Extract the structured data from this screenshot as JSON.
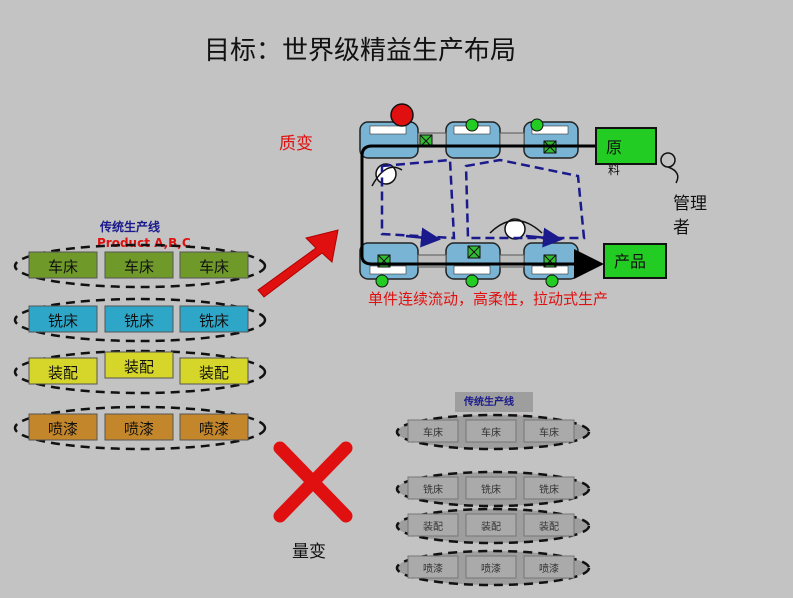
{
  "title": "目标：世界级精益生产布局",
  "labels": {
    "quality_change": "质变",
    "quantity_change": "量变",
    "single_piece_flow": "单件连续流动，高柔性，拉动式生产",
    "material_line1": "原",
    "material_line2": "料",
    "product": "产品",
    "manager_line1": "管理",
    "manager_line2": "者"
  },
  "traditional_line": {
    "heading": "传统生产线",
    "products": "Product A,B,C",
    "rows": [
      {
        "label": "车床",
        "color": "#6f9a2a"
      },
      {
        "label": "铣床",
        "color": "#2ea6c7"
      },
      {
        "label": "装配",
        "color": "#d6d62a"
      },
      {
        "label": "喷漆",
        "color": "#c4862a"
      }
    ]
  },
  "colors": {
    "background": "#c3c3c3",
    "arrow_red": "#e01010",
    "cell_blue": "#7ab4d4",
    "box_green": "#22cc22",
    "dashed_path": "#1a1a8c"
  }
}
